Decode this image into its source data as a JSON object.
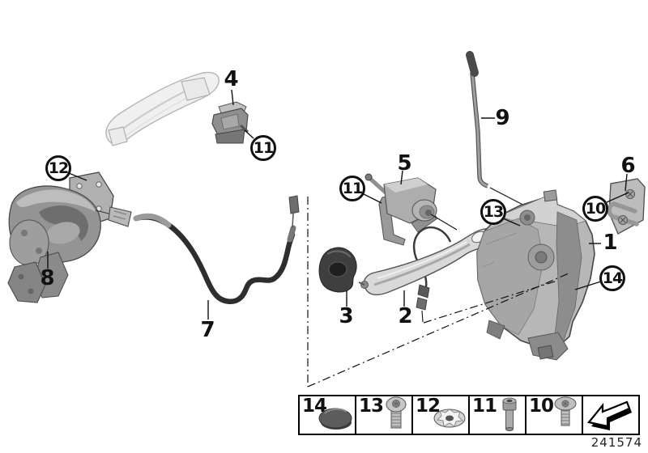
{
  "diagram": {
    "callouts": {
      "plain": {
        "p1": "1",
        "p2": "2",
        "p3": "3",
        "p4": "4",
        "p5": "5",
        "p6": "6",
        "p7": "7",
        "p8": "8",
        "p9": "9"
      },
      "circled": {
        "c10": "10",
        "c11": "11",
        "c12": "12",
        "c13": "13",
        "c14": "14"
      }
    },
    "legend": {
      "items": [
        {
          "label": "14",
          "icon": "cap-plug-icon"
        },
        {
          "label": "13",
          "icon": "pan-head-screw-icon"
        },
        {
          "label": "12",
          "icon": "lock-washer-icon"
        },
        {
          "label": "11",
          "icon": "socket-head-bolt-icon"
        },
        {
          "label": "10",
          "icon": "countersunk-screw-icon"
        }
      ],
      "direction_arrow_icon": "front-direction-arrow-icon"
    },
    "footer": {
      "doc_number": "241574"
    },
    "drawn_parts": [
      "door-handle-outline",
      "handle-support",
      "lock-actuator-with-bracket",
      "bowden-cable",
      "handle-carrier",
      "connecting-rod",
      "outer-door-handle",
      "handle-cover-cap",
      "door-lock",
      "lock-striker"
    ],
    "colors": {
      "background": "#ffffff",
      "line": "#111111",
      "part_light": "#d9d9d9",
      "part_mid": "#9a9a9a",
      "part_dark": "#3f3f3f"
    }
  }
}
